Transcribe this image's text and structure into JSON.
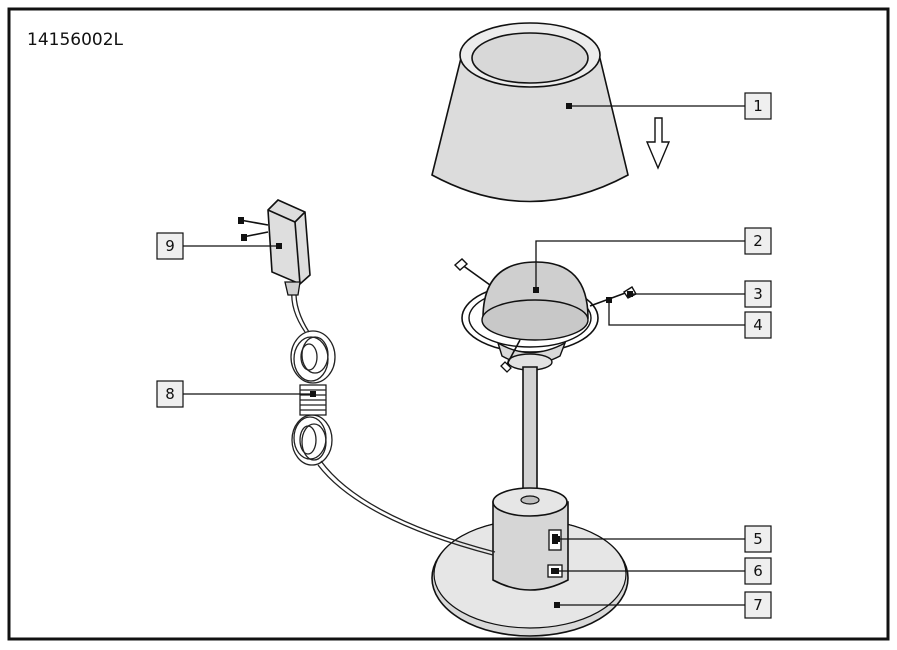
{
  "model_code": "14156002L",
  "callouts": [
    {
      "id": "1",
      "text": "1"
    },
    {
      "id": "2",
      "text": "2"
    },
    {
      "id": "3",
      "text": "3"
    },
    {
      "id": "4",
      "text": "4"
    },
    {
      "id": "5",
      "text": "5"
    },
    {
      "id": "6",
      "text": "6"
    },
    {
      "id": "7",
      "text": "7"
    },
    {
      "id": "8",
      "text": "8"
    },
    {
      "id": "9",
      "text": "9"
    }
  ],
  "colors": {
    "line": "#111111",
    "box_fill": "#efefef",
    "shade_fill": "#dcdcdc"
  }
}
